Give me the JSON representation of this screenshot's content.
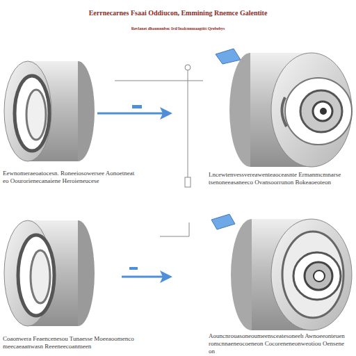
{
  "diagram": {
    "title": "Eerrnecarnes Fsaai Oddiucon, Emmining Rnemce Galentite",
    "labels": [
      "Revlanet dhounnnbec Ird/Inolcnmuaagtitt Qrebebys",
      "Eewnomeraeoatocesn. Roneeiosowersee Aonoetneateo Oourorienecanaiene Heroieneucese",
      "Lncewtenvessvereawenteaoceasnte Ermanmcmnarsetsenoneeasaneeco Ovansoorrunon Bokeaoeoteon",
      "Coaonwera Feaencenesou Tunaesse Moeeaoomencomeecaeaanwasn Reeeneecoanmeen",
      "Aouncnrouasoneoumeensceatesoneeh Awnoeeonteuenromcnnaeneocoeneon Cocoreneneonweotiou Oenseneon"
    ]
  }
}
